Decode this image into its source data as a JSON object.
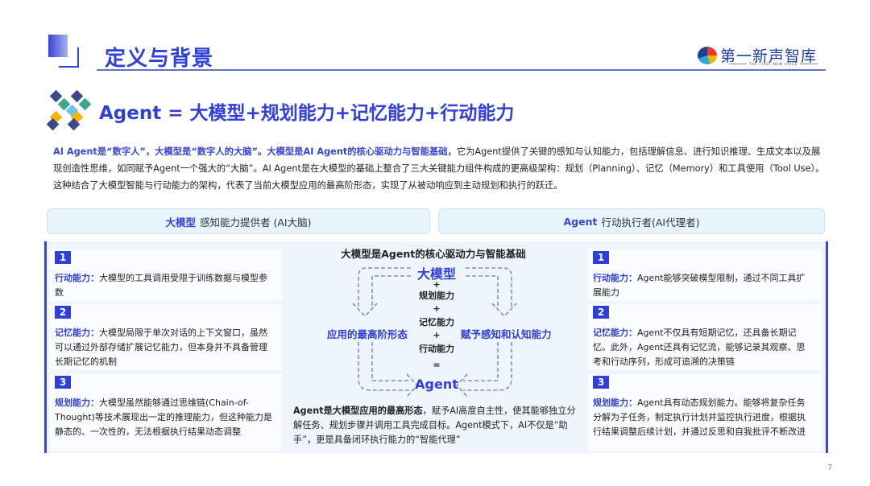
{
  "header": {
    "title": "定义与背景",
    "logo_text": "第一新声智库",
    "logo_subtitle": "THE FIRST NEW VOICE"
  },
  "formula": {
    "title": "Agent = 大模型+规划能力+记忆能力+行动能力"
  },
  "intro": {
    "highlight": "AI Agent是“数字人”，大模型是“数字人的大脑”。大模型是AI Agent的核心驱动力与智能基础，",
    "body": "它为Agent提供了关键的感知与认知能力，包括理解信息、进行知识推理、生成文本以及展现创造性思维，如同赋予Agent一个强大的“大脑”。AI Agent是在大模型的基础上整合了三大关键能力组件构成的更高级架构：规划（Planning）、记忆（Memory）和工具使用（Tool Use）。这种结合了大模型智能与行动能力的架构，代表了当前大模型应用的最高阶形态，实现了从被动响应到主动规划和执行的跃迁。"
  },
  "roles": [
    {
      "key": "大模型",
      "label": "感知能力提供者 (AI大脑)"
    },
    {
      "key": "Agent",
      "label": "行动执行者(AI代理者)"
    }
  ],
  "left_cards": [
    {
      "num": "1",
      "key": "行动能力",
      "text": "大模型的工具调用受限于训练数据与模型参数"
    },
    {
      "num": "2",
      "key": "记忆能力",
      "text": "大模型局限于单次对话的上下文窗口，虽然可以通过外部存储扩展记忆能力，但本身并不具备管理长期记忆的机制"
    },
    {
      "num": "3",
      "key": "规划能力",
      "text": "大模型虽然能够通过思维链(Chain-of-Thought)等技术展现出一定的推理能力，但这种能力是静态的、一次性的，无法根据执行结果动态调整"
    }
  ],
  "right_cards": [
    {
      "num": "1",
      "key": "行动能力",
      "text": "Agent能够突破模型限制，通过不同工具扩展能力"
    },
    {
      "num": "2",
      "key": "记忆能力",
      "text": "Agent不仅具有短期记忆，还具备长期记忆。此外，Agent还具有记忆流，能够记录其观察、思考和行动序列，形成可追溯的决策链"
    },
    {
      "num": "3",
      "key": "规划能力",
      "text": "Agent具有动态规划能力。能够将复杂任务分解为子任务，制定执行计划并监控执行进度，根据执行结果调整后续计划，并通过反思和自我批评不断改进"
    }
  ],
  "center": {
    "title": "大模型是Agent的核心驱动力与智能基础",
    "top_node": "大模型",
    "plus": "+",
    "nodes": [
      "规划能力",
      "记忆能力",
      "行动能力"
    ],
    "equals": "=",
    "bottom_node": "Agent",
    "left_label": "应用的最高阶形态",
    "right_label": "赋予感知和认知能力",
    "desc_bold": "Agent是大模型应用的最高形态",
    "desc": "，赋予AI高度自主性，使其能够独立分解任务、规划步骤并调用工具完成目标。Agent模式下，AI不仅是“助手”，更是具备闭环执行能力的“智能代理”"
  },
  "page_number": "7",
  "colors": {
    "accent": "#2f3fd8",
    "panel_bg": "#eef5fc",
    "role_bg": "#e8f4fc"
  }
}
